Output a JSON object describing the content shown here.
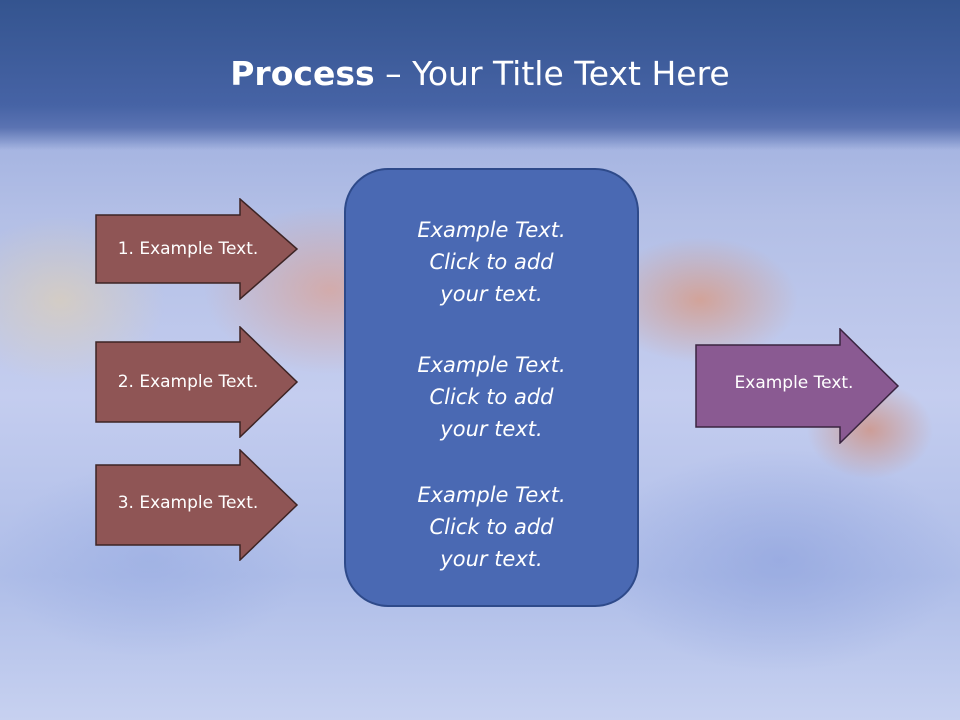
{
  "title": {
    "bold": "Process",
    "rest": " – Your Title Text Here"
  },
  "steps": [
    {
      "label": "1. Example Text."
    },
    {
      "label": "2. Example Text."
    },
    {
      "label": "3. Example Text."
    }
  ],
  "center": {
    "blocks": [
      {
        "line1": "Example Text.",
        "line2": "Click  to add",
        "line3": "your text."
      },
      {
        "line1": "Example Text.",
        "line2": "Click  to add",
        "line3": "your text."
      },
      {
        "line1": "Example Text.",
        "line2": "Click  to add",
        "line3": "your text."
      }
    ]
  },
  "output": {
    "label": "Example Text."
  },
  "colors": {
    "header": "#3e5b9c",
    "step_arrow": "#8f5555",
    "output_arrow": "#8a5a92",
    "center_box": "#4a69b3"
  }
}
